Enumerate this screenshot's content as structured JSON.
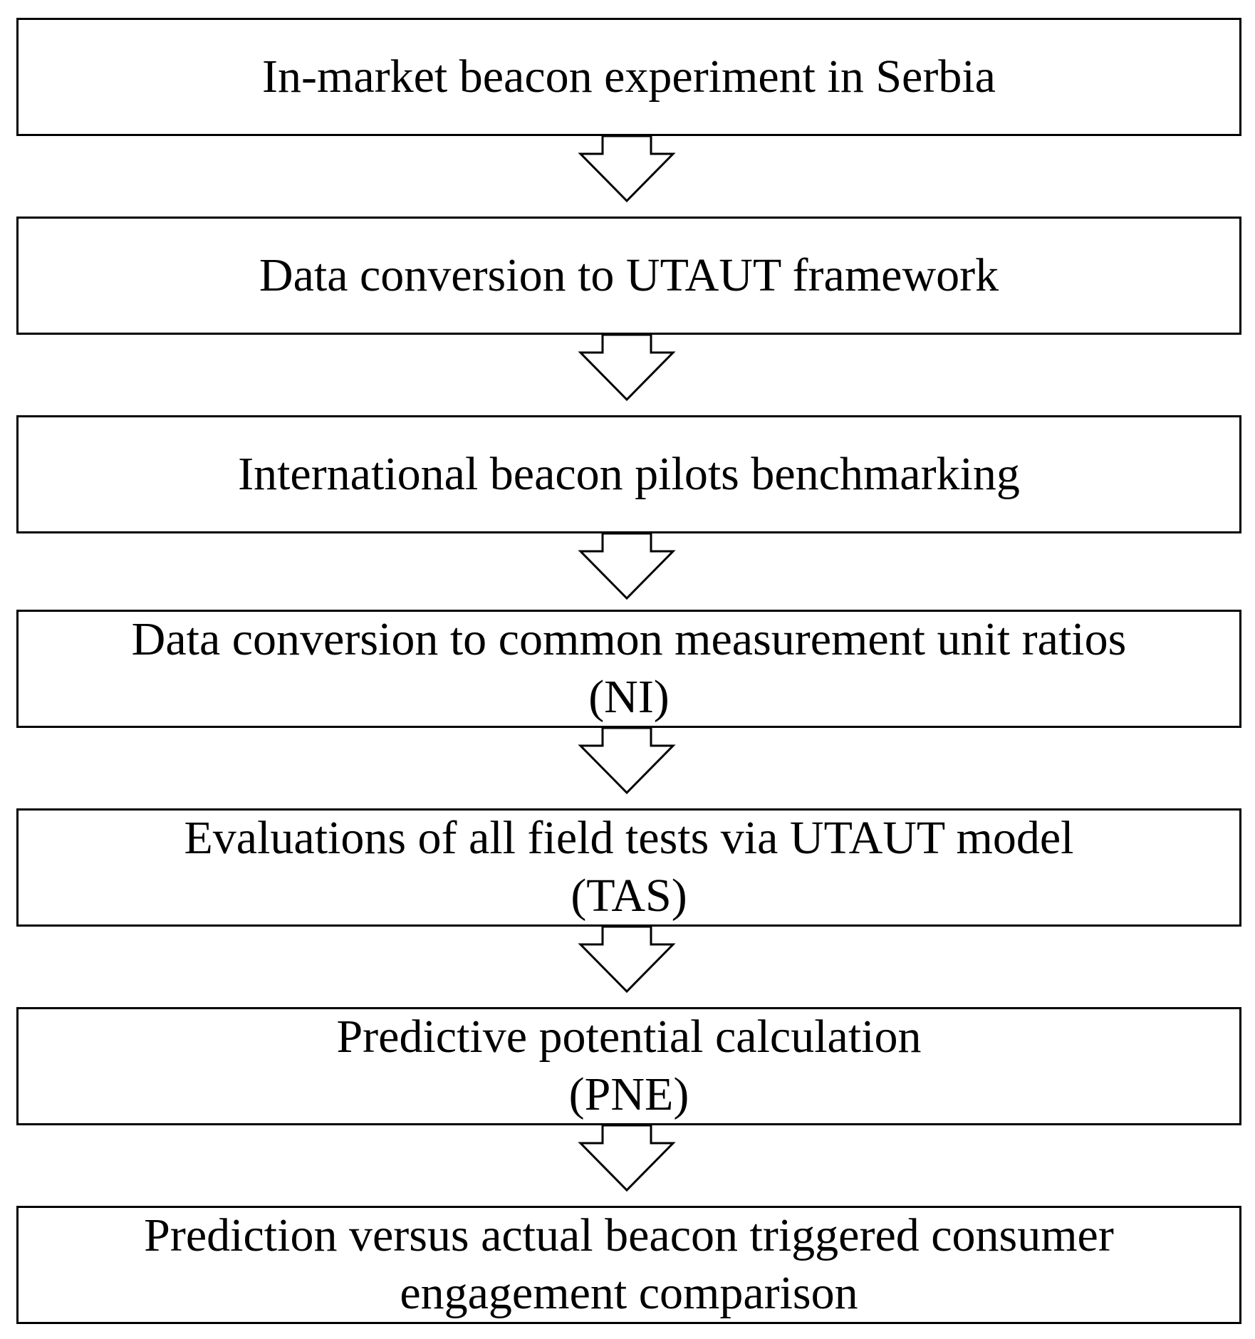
{
  "steps": [
    {
      "label": "In-market beacon experiment in Serbia"
    },
    {
      "label": "Data conversion to UTAUT framework"
    },
    {
      "label": "International beacon pilots benchmarking"
    },
    {
      "label": "Data conversion to common measurement unit ratios\n(NI)"
    },
    {
      "label": "Evaluations of all field tests via UTAUT model\n(TAS)"
    },
    {
      "label": "Predictive potential calculation\n(PNE)"
    },
    {
      "label": "Prediction versus actual beacon triggered consumer\nengagement comparison"
    }
  ]
}
